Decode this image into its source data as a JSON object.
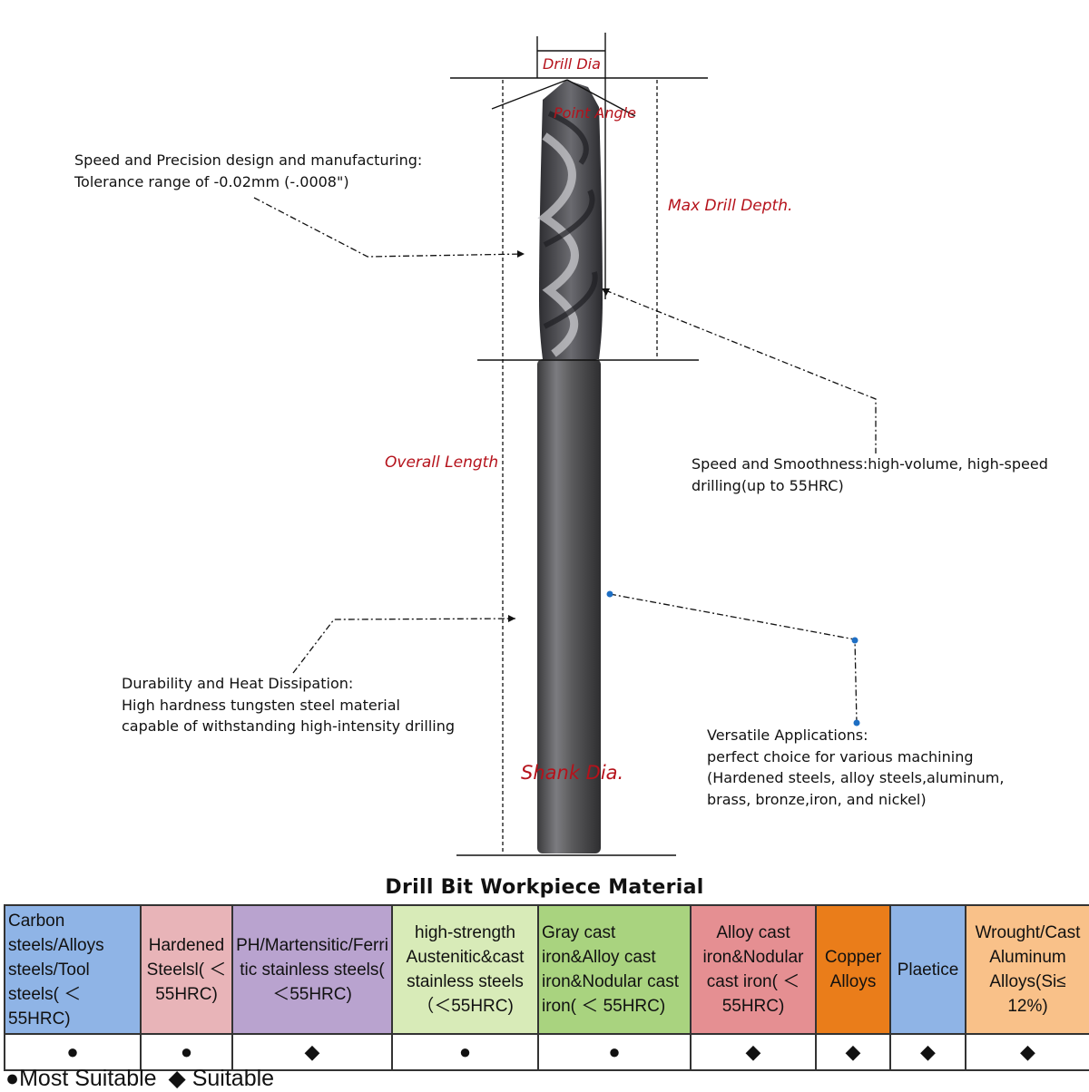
{
  "diagram": {
    "dimension_labels": {
      "drill_dia": "Drill Dia",
      "point_angle": "Point Angle",
      "max_drill_depth": "Max Drill Depth.",
      "overall_length": "Overall Length",
      "shank_dia": "Shank Dia."
    },
    "notes": {
      "speed_precision": "Speed and Precision design and manufacturing:\nTolerance range of -0.02mm (-.0008\")",
      "speed_smoothness": "Speed and Smoothness:high-volume, high-speed\ndrilling(up to 55HRC)",
      "durability": "Durability and Heat Dissipation:\nHigh hardness tungsten steel material\ncapable of withstanding high-intensity drilling",
      "versatile": "Versatile Applications:\nperfect choice for various machining\n(Hardened steels, alloy steels,aluminum,\nbrass, bronze,iron, and nickel)"
    },
    "colors": {
      "label_red": "#b5121b",
      "shank_gray": "#5a5a5c",
      "dot_blue": "#1e6fc4"
    }
  },
  "material_table": {
    "title": "Drill Bit Workpiece Material",
    "columns": [
      {
        "label": "Carbon steels/Alloys steels/Tool steels( ＜ 55HRC)",
        "color": "#8fb4e6",
        "align": "left",
        "symbol": "●"
      },
      {
        "label": "Hardened Steelsl( ＜ 55HRC)",
        "color": "#e8b4b8",
        "align": "center",
        "symbol": "●"
      },
      {
        "label": "PH/Martensitic/Ferritic stainless steels( ＜55HRC)",
        "color": "#b9a3cf",
        "align": "center",
        "symbol": "◆"
      },
      {
        "label": "high-strength Austenitic&cast stainless steels （＜55HRC)",
        "color": "#d8ebb8",
        "align": "center",
        "symbol": "●"
      },
      {
        "label": "Gray cast iron&Alloy cast iron&Nodular cast iron( ＜ 55HRC)",
        "color": "#a9d37f",
        "align": "left",
        "symbol": "●"
      },
      {
        "label": "Alloy cast iron&Nodular cast iron( ＜ 55HRC)",
        "color": "#e58f92",
        "align": "center",
        "symbol": "◆"
      },
      {
        "label": "Copper Alloys",
        "color": "#ea7d1a",
        "align": "center",
        "symbol": "◆"
      },
      {
        "label": "Plaetice",
        "color": "#8fb4e6",
        "align": "center",
        "symbol": "◆"
      },
      {
        "label": "Wrought/Cast  Aluminum Alloys(Si≤ 12%)",
        "color": "#f9c189",
        "align": "center",
        "symbol": "◆"
      }
    ]
  },
  "legend": {
    "most_suitable_symbol": "●",
    "most_suitable": "Most Suitable",
    "suitable_symbol": "◆",
    "suitable": "Suitable"
  }
}
